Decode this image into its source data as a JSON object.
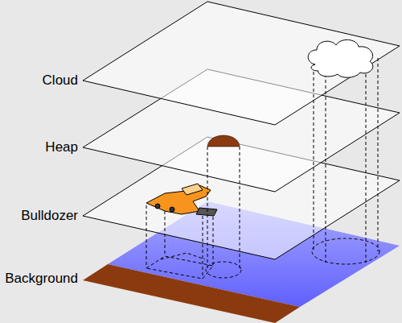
{
  "diagram": {
    "labels": [
      "Cloud",
      "Heap",
      "Bulldozer",
      "Background"
    ]
  }
}
